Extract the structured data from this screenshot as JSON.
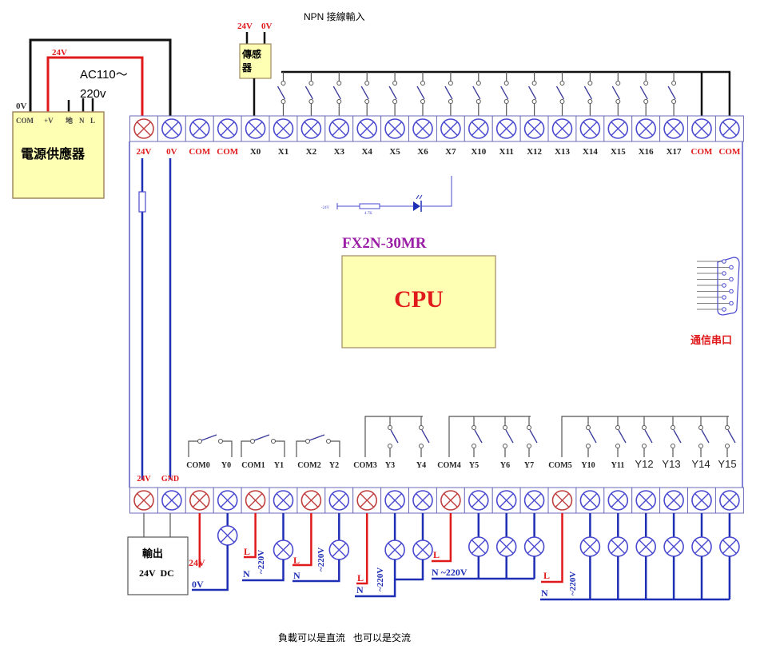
{
  "header": {
    "title": "NPN 接線輸入"
  },
  "power_supply": {
    "name": "電源供應器",
    "terminals": [
      "COM",
      "+V",
      "地",
      "N",
      "L"
    ],
    "wire_0v": "0V",
    "wire_24v": "24V",
    "ac_line1": "AC110～",
    "ac_line2": "220v"
  },
  "sensor": {
    "name_line1": "傳感",
    "name_line2": "器",
    "v24": "24V",
    "v0": "0V"
  },
  "plc": {
    "model": "FX2N-30MR",
    "cpu": "CPU",
    "serial_port": "通信串口",
    "led_supply": "-24V",
    "resistor": "4.7K"
  },
  "inputs": {
    "labels": [
      "24V",
      "0V",
      "COM",
      "COM",
      "X0",
      "X1",
      "X2",
      "X3",
      "X4",
      "X5",
      "X6",
      "X7",
      "X10",
      "X11",
      "X12",
      "X13",
      "X14",
      "X15",
      "X16",
      "X17",
      "COM",
      "COM"
    ],
    "red_labels": [
      0,
      1,
      2,
      3,
      20,
      21
    ]
  },
  "outputs": {
    "strip_labels": [
      "24V",
      "GND"
    ],
    "relay_labels": [
      "COM0",
      "Y0",
      "COM1",
      "Y1",
      "COM2",
      "Y2",
      "COM3",
      "Y3",
      "Y4",
      "COM4",
      "Y5",
      "Y6",
      "Y7",
      "COM5",
      "Y10",
      "Y11",
      "Y12",
      "Y13",
      "Y14",
      "Y15"
    ],
    "dc_box_line1": "輸出",
    "dc_box_line2": "24V  DC",
    "wire_24v": "24V",
    "wire_0v": "0V",
    "L": "L",
    "N": "N",
    "ac": "~220V"
  },
  "footer": {
    "note": "負載可以是直流   也可以是交流"
  },
  "colors": {
    "red": "#e0191b",
    "blue": "#1f2fb5",
    "terminal_blue": "#4a4ad0",
    "terminal_red": "#c04040",
    "yellow": "#ffffb3",
    "purple": "#9b1fa6",
    "black": "#111111"
  }
}
